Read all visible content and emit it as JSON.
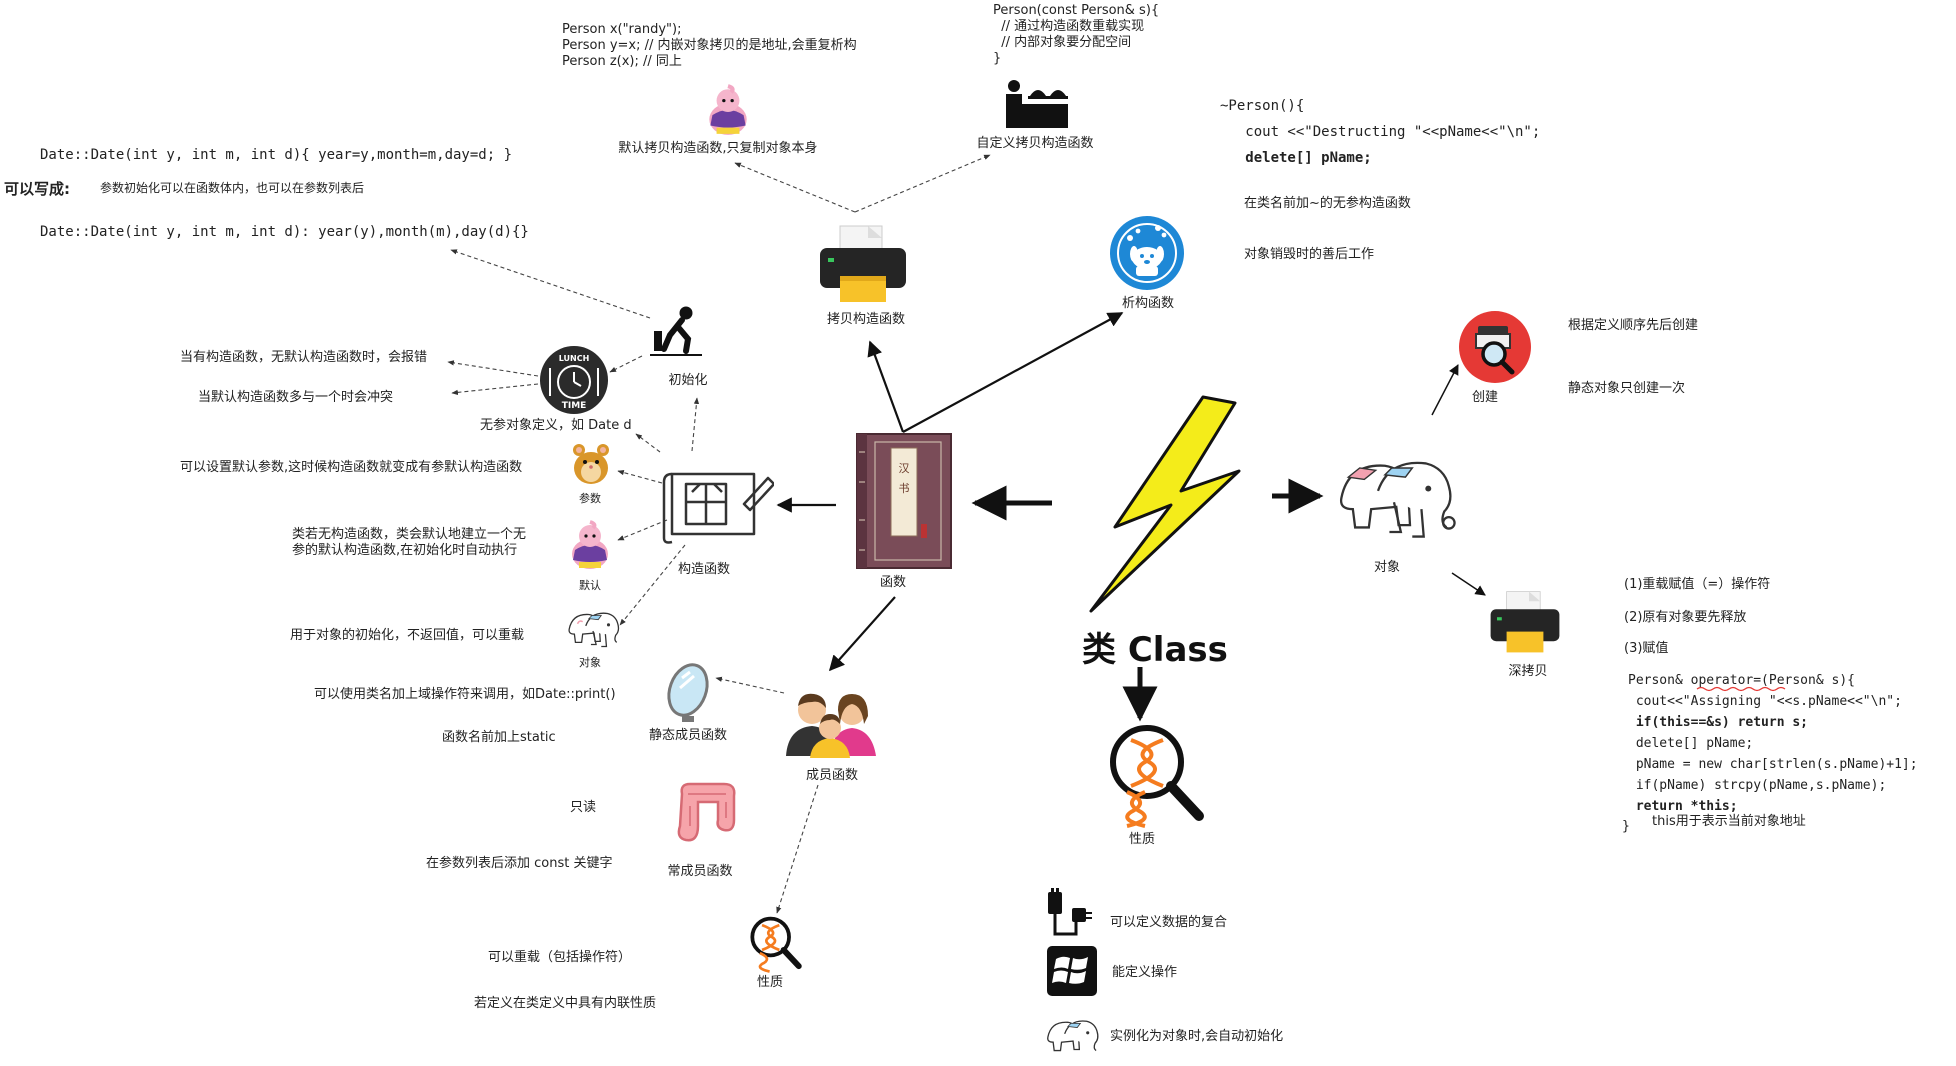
{
  "center": {
    "label": "类 Class"
  },
  "nodes": {
    "function": "函数",
    "object": "对象",
    "nature": "性质",
    "copy_ctor": "拷贝构造函数",
    "destructor": "析构函数",
    "ctor": "构造函数",
    "member_fn": "成员函数",
    "init": "初始化",
    "default_copy": "默认拷贝构造函数,只复制对象本身",
    "custom_copy": "自定义拷贝构造函数",
    "param": "参数",
    "default": "默认",
    "ctor_object": "对象",
    "static_member": "静态成员函数",
    "const_member": "常成员函数",
    "member_nature": "性质",
    "create": "创建",
    "deep_copy": "深拷贝"
  },
  "code": {
    "copy_example": [
      "Person x(\"randy\");",
      "Person y=x; // 内嵌对象拷贝的是地址,会重复析构",
      "Person z(x); // 同上"
    ],
    "copy_ctor_example": [
      "Person(const Person& s){",
      "  // 通过构造函数重载实现",
      "  // 内部对象要分配空间",
      "}"
    ],
    "destructor_code": [
      "~Person(){",
      "   cout <<\"Destructing \"<<pName<<\"\\n\";",
      "   delete[] pName;"
    ],
    "date_ctor_1": "Date::Date(int y, int m, int d){ year=y,month=m,day=d; }",
    "date_ctor_2": "Date::Date(int y, int m, int d): year(y),month(m),day(d){}",
    "assign_code": [
      "Person& operator=(Person& s){",
      " cout<<\"Assigning \"<<s.pName<<\"\\n\";",
      " if(this==&s) return s;",
      " delete[] pName;",
      " pName = new char[strlen(s.pName)+1];",
      " if(pName) strcpy(pName,s.pName);",
      " return *this;",
      "}"
    ]
  },
  "notes": {
    "can_write": "可以写成:",
    "init_note": "参数初始化可以在函数体内，也可以在参数列表后",
    "has_ctor_error": "当有构造函数，无默认构造函数时，会报错",
    "multi_default_conflict": "当默认构造函数多与一个时会冲突",
    "no_param_def": "无参对象定义，如 Date d",
    "default_param": "可以设置默认参数,这时候构造函数就变成有参默认构造函数",
    "no_ctor_1": "类若无构造函数，类会默认地建立一个无",
    "no_ctor_2": "参的默认构造函数,在初始化时自动执行",
    "init_no_return": "用于对象的初始化，不返回值，可以重载",
    "static_call": "可以使用类名加上域操作符来调用，如Date::print()",
    "static_decl": "函数名前加上static",
    "readonly": "只读",
    "const_decl": "在参数列表后添加 const 关键字",
    "overload_ops": "可以重载（包括操作符）",
    "inline": "若定义在类定义中具有内联性质",
    "dtor_name": "在类名前加~的无参构造函数",
    "dtor_cleanup": "对象销毁时的善后工作",
    "create_order": "根据定义顺序先后创建",
    "static_once": "静态对象只创建一次",
    "overload_assign": "(1)重载赋值（=）操作符",
    "release_first": "(2)原有对象要先释放",
    "assign_value": "(3)赋值",
    "this_note": "this用于表示当前对象地址",
    "composite": "可以定义数据的复合",
    "define_ops": "能定义操作",
    "auto_init": "实例化为对象时,会自动初始化"
  },
  "colors": {
    "bolt": "#f4ec1a",
    "arrow": "#111111",
    "dashed": "#444444",
    "accent_red": "#e53935",
    "accent_blue": "#1e88d6",
    "orange": "#f57c1f"
  }
}
